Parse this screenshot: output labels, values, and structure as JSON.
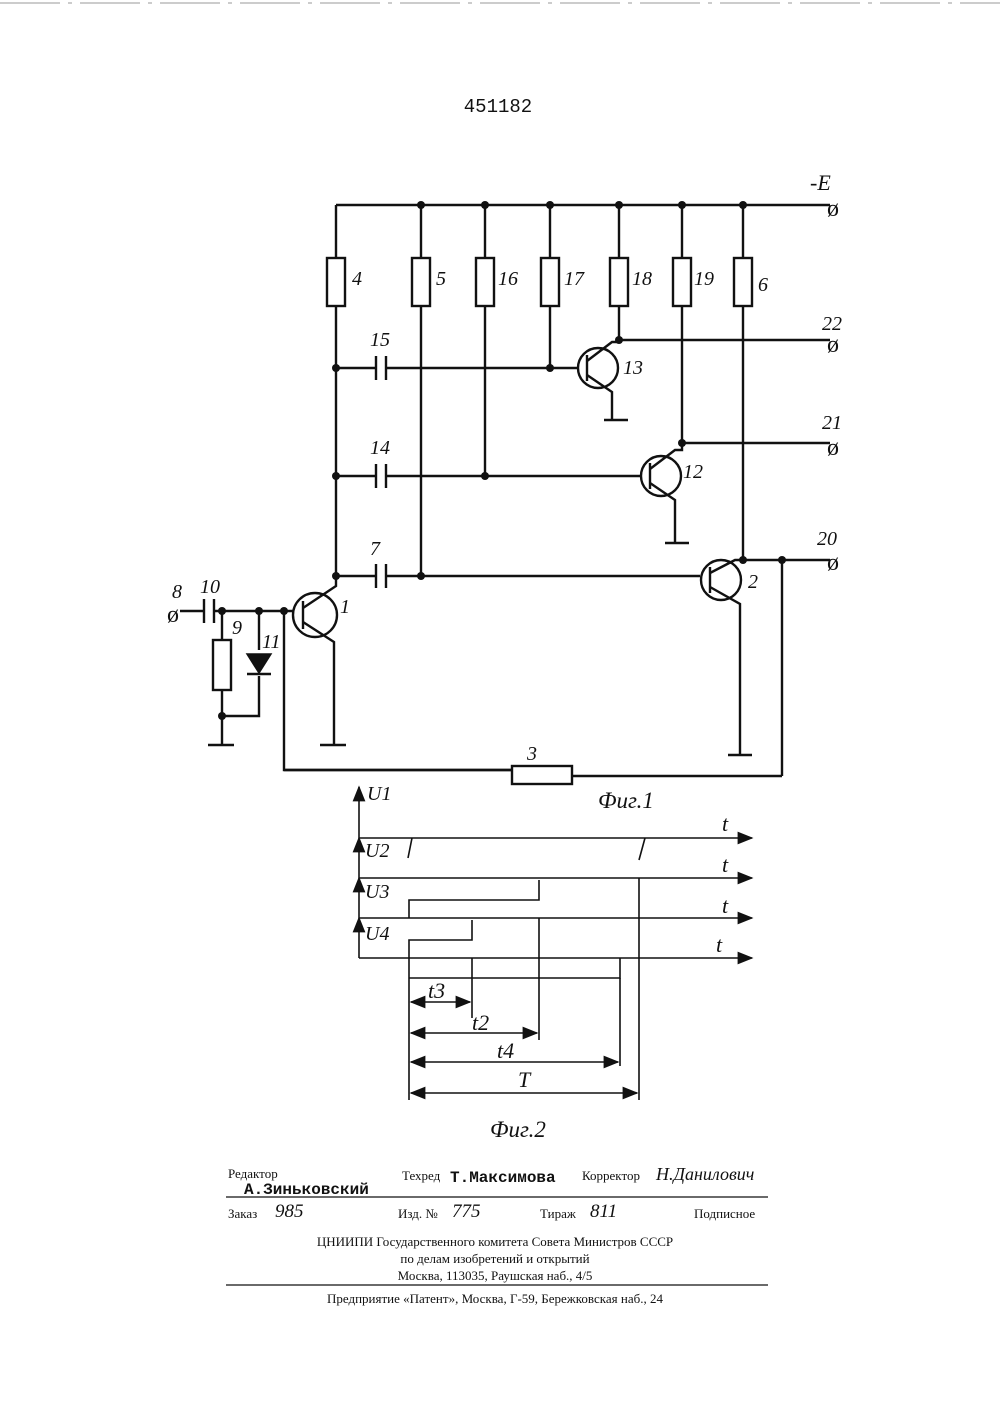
{
  "patent_number": "451182",
  "circuit": {
    "supply_label": "-E",
    "terminal_symbol": "ø",
    "labels": {
      "r4": "4",
      "r5": "5",
      "r16": "16",
      "r17": "17",
      "r18": "18",
      "r19": "19",
      "r6": "6",
      "c15": "15",
      "c14": "14",
      "c7": "7",
      "c10": "10",
      "t13": "13",
      "t12": "12",
      "t2": "2",
      "t1": "1",
      "out22": "22",
      "out21": "21",
      "out20": "20",
      "in8": "8",
      "r9": "9",
      "d11": "11",
      "r3": "3"
    },
    "figure_caption": "Фиг.1"
  },
  "timing": {
    "signals": [
      "U1",
      "U2",
      "U3",
      "U4"
    ],
    "axis_label": "t",
    "intervals": [
      "t3",
      "t2",
      "t4",
      "T"
    ],
    "figure_caption": "Фиг.2"
  },
  "imprint": {
    "editor_label": "Редактор",
    "editor_name": "А.Зиньковский",
    "tech_label": "Техред",
    "tech_name": "Т.Максимова",
    "corrector_label": "Корректор",
    "corrector_name": "Н.Данилович",
    "order_label": "Заказ",
    "order_value": "985",
    "edition_label": "Изд. №",
    "edition_value": "775",
    "print_run_label": "Тираж",
    "print_run_value": "811",
    "subscription": "Подписное",
    "org_line1": "ЦНИИПИ Государственного комитета Совета Министров СССР",
    "org_line2": "по делам изобретений и открытий",
    "org_line3": "Москва, 113035, Раушская наб., 4/5",
    "footer": "Предприятие «Патент», Москва, Г-59, Бережковская наб., 24"
  }
}
